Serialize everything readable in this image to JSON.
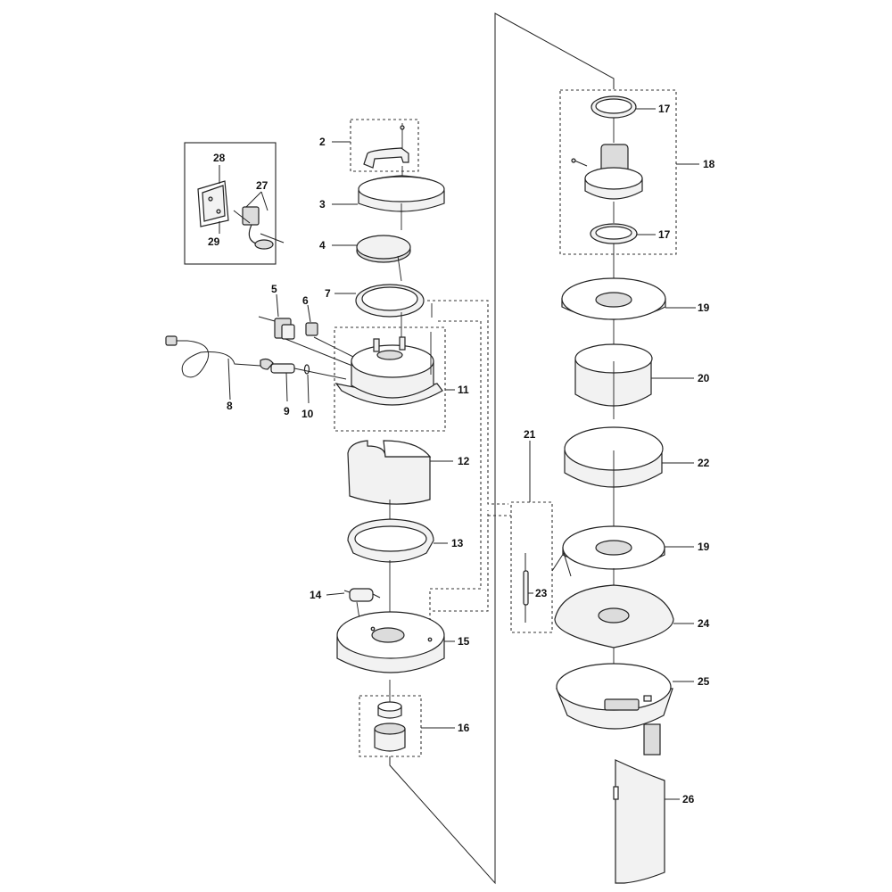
{
  "diagram": {
    "callouts": {
      "p2": "2",
      "p3": "3",
      "p4": "4",
      "p5": "5",
      "p6": "6",
      "p7": "7",
      "p8": "8",
      "p9": "9",
      "p10": "10",
      "p11": "11",
      "p12": "12",
      "p13": "13",
      "p14": "14",
      "p15": "15",
      "p16": "16",
      "p17a": "17",
      "p17b": "17",
      "p18": "18",
      "p19a": "19",
      "p19b": "19",
      "p20": "20",
      "p21": "21",
      "p22": "22",
      "p23": "23",
      "p24": "24",
      "p25": "25",
      "p26": "26",
      "p27": "27",
      "p28": "28",
      "p29": "29"
    }
  }
}
